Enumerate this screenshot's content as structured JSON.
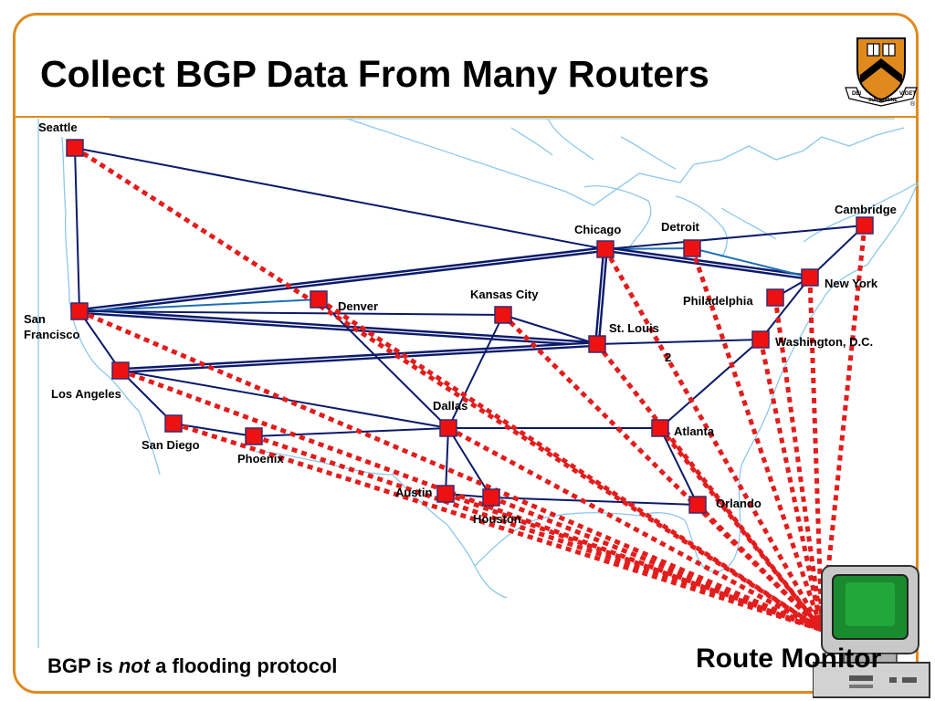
{
  "title": "Collect BGP Data From Many Routers",
  "caption": {
    "before": "BGP is ",
    "emph": "not",
    "after": " a flooding protocol"
  },
  "monitor": {
    "label": "Route Monitor"
  },
  "logo": {
    "banner_left": "DEI",
    "banner_mid": "SUB NUMINE",
    "banner_right": "VIGET",
    "mark": "®"
  },
  "colors": {
    "frame": "#e08a1e",
    "backbone": "#0b1a6b",
    "secondary_link": "#1e6fb5",
    "bgp_session": "#e31c1c",
    "router_fill": "#ee1111",
    "map_outline": "#8cc8ee"
  },
  "routers": [
    {
      "id": "seattle",
      "label": "Seattle"
    },
    {
      "id": "sanfrancisco",
      "label": "San Francisco"
    },
    {
      "id": "losangeles",
      "label": "Los Angeles"
    },
    {
      "id": "sandiego",
      "label": "San Diego"
    },
    {
      "id": "phoenix",
      "label": "Phoenix"
    },
    {
      "id": "denver",
      "label": "Denver"
    },
    {
      "id": "kansascity",
      "label": "Kansas City"
    },
    {
      "id": "dallas",
      "label": "Dallas"
    },
    {
      "id": "austin",
      "label": "Austin"
    },
    {
      "id": "houston",
      "label": "Houston"
    },
    {
      "id": "chicago",
      "label": "Chicago"
    },
    {
      "id": "stlouis",
      "label": "St. Louis"
    },
    {
      "id": "detroit",
      "label": "Detroit"
    },
    {
      "id": "atlanta",
      "label": "Atlanta"
    },
    {
      "id": "orlando",
      "label": "Orlando"
    },
    {
      "id": "washington",
      "label": "Washington, D.C."
    },
    {
      "id": "philadelphia",
      "label": "Philadelphia"
    },
    {
      "id": "newyork",
      "label": "New York"
    },
    {
      "id": "cambridge",
      "label": "Cambridge"
    }
  ],
  "stray_mark": "2",
  "links": [
    [
      "seattle",
      "sanfrancisco",
      "normal"
    ],
    [
      "seattle",
      "chicago",
      "normal"
    ],
    [
      "sanfrancisco",
      "chicago",
      "heavy"
    ],
    [
      "sanfrancisco",
      "stlouis",
      "heavy"
    ],
    [
      "sanfrancisco",
      "denver",
      "secondary"
    ],
    [
      "sanfrancisco",
      "losangeles",
      "normal"
    ],
    [
      "sanfrancisco",
      "kansascity",
      "normal"
    ],
    [
      "losangeles",
      "stlouis",
      "heavy"
    ],
    [
      "losangeles",
      "sandiego",
      "normal"
    ],
    [
      "losangeles",
      "dallas",
      "normal"
    ],
    [
      "sandiego",
      "phoenix",
      "normal"
    ],
    [
      "phoenix",
      "dallas",
      "normal"
    ],
    [
      "denver",
      "dallas",
      "normal"
    ],
    [
      "kansascity",
      "stlouis",
      "normal"
    ],
    [
      "kansascity",
      "dallas",
      "normal"
    ],
    [
      "chicago",
      "stlouis",
      "heavy"
    ],
    [
      "chicago",
      "detroit",
      "secondary"
    ],
    [
      "chicago",
      "newyork",
      "heavy"
    ],
    [
      "chicago",
      "cambridge",
      "normal"
    ],
    [
      "detroit",
      "newyork",
      "secondary"
    ],
    [
      "stlouis",
      "washington",
      "normal"
    ],
    [
      "newyork",
      "cambridge",
      "normal"
    ],
    [
      "newyork",
      "philadelphia",
      "normal"
    ],
    [
      "newyork",
      "washington",
      "normal"
    ],
    [
      "washington",
      "atlanta",
      "normal"
    ],
    [
      "dallas",
      "atlanta",
      "normal"
    ],
    [
      "dallas",
      "austin",
      "normal"
    ],
    [
      "dallas",
      "houston",
      "normal"
    ],
    [
      "atlanta",
      "orlando",
      "normal"
    ],
    [
      "austin",
      "houston",
      "normal"
    ],
    [
      "houston",
      "orlando",
      "normal"
    ]
  ]
}
